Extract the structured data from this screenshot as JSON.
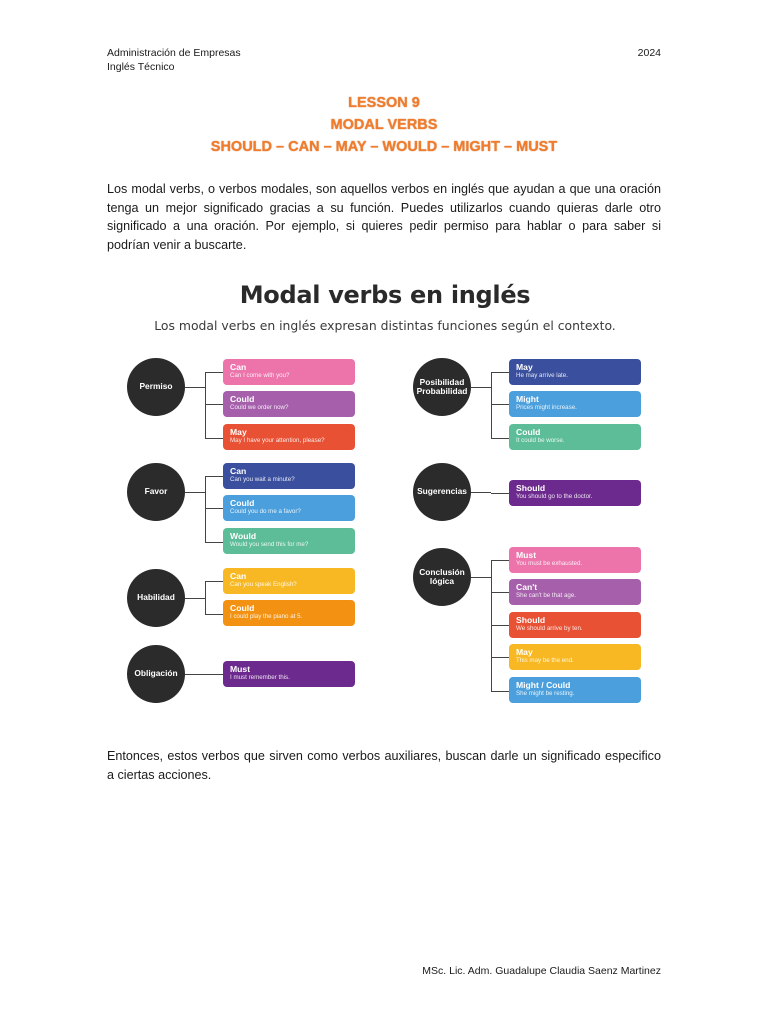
{
  "header": {
    "left_line1": "Administración de Empresas",
    "left_line2": "Inglés Técnico",
    "year": "2024"
  },
  "title": {
    "line1": "LESSON 9",
    "line2": "MODAL VERBS",
    "line3": "SHOULD – CAN – MAY – WOULD – MIGHT – MUST"
  },
  "intro": "Los modal verbs, o verbos modales, son aquellos verbos en inglés que ayudan a que una oración tenga un mejor significado gracias a su función. Puedes utilizarlos cuando quieras darle otro significado a una oración. Por ejemplo, si quieres pedir permiso para hablar o para saber si podrían venir a buscarte.",
  "infographic": {
    "title": "Modal verbs en inglés",
    "subtitle": "Los modal verbs en inglés expresan distintas funciones según el contexto.",
    "groups": [
      {
        "name": "Permiso",
        "items": [
          {
            "verb": "Can",
            "example": "Can I come with you?",
            "color": "#ec74ab"
          },
          {
            "verb": "Could",
            "example": "Could we order now?",
            "color": "#a55fab"
          },
          {
            "verb": "May",
            "example": "May I have your attention, please?",
            "color": "#e85134"
          }
        ]
      },
      {
        "name": "Favor",
        "items": [
          {
            "verb": "Can",
            "example": "Can you wait a minute?",
            "color": "#3a4f9e"
          },
          {
            "verb": "Could",
            "example": "Could you do me a favor?",
            "color": "#4a9fdc"
          },
          {
            "verb": "Would",
            "example": "Would you send this for me?",
            "color": "#5cbd98"
          }
        ]
      },
      {
        "name": "Habilidad",
        "items": [
          {
            "verb": "Can",
            "example": "Can you speak English?",
            "color": "#f7b824"
          },
          {
            "verb": "Could",
            "example": "I could play the piano at 5.",
            "color": "#f39212"
          }
        ]
      },
      {
        "name": "Obligación",
        "items": [
          {
            "verb": "Must",
            "example": "I must remember this.",
            "color": "#6d2a8e"
          }
        ]
      },
      {
        "name": "Posibilidad\nProbabilidad",
        "items": [
          {
            "verb": "May",
            "example": "He may arrive late.",
            "color": "#3a4f9e"
          },
          {
            "verb": "Might",
            "example": "Prices might increase.",
            "color": "#4a9fdc"
          },
          {
            "verb": "Could",
            "example": "It could be worse.",
            "color": "#5cbd98"
          }
        ]
      },
      {
        "name": "Sugerencias",
        "items": [
          {
            "verb": "Should",
            "example": "You should go to the doctor.",
            "color": "#6d2a8e"
          }
        ]
      },
      {
        "name": "Conclusión\nlógica",
        "items": [
          {
            "verb": "Must",
            "example": "You must be exhausted.",
            "color": "#ec74ab"
          },
          {
            "verb": "Can't",
            "example": "She can't be that age.",
            "color": "#a55fab"
          },
          {
            "verb": "Should",
            "example": "We should arrive by ten.",
            "color": "#e85134"
          },
          {
            "verb": "May",
            "example": "This may be the end.",
            "color": "#f7b824"
          },
          {
            "verb": "Might / Could",
            "example": "She might be resting.",
            "color": "#4a9fdc"
          }
        ]
      }
    ]
  },
  "outro": "Entonces, estos verbos que sirven como verbos auxiliares, buscan darle un significado especifico a ciertas acciones.",
  "footer": "MSc. Lic. Adm. Guadalupe Claudia Saenz Martinez"
}
